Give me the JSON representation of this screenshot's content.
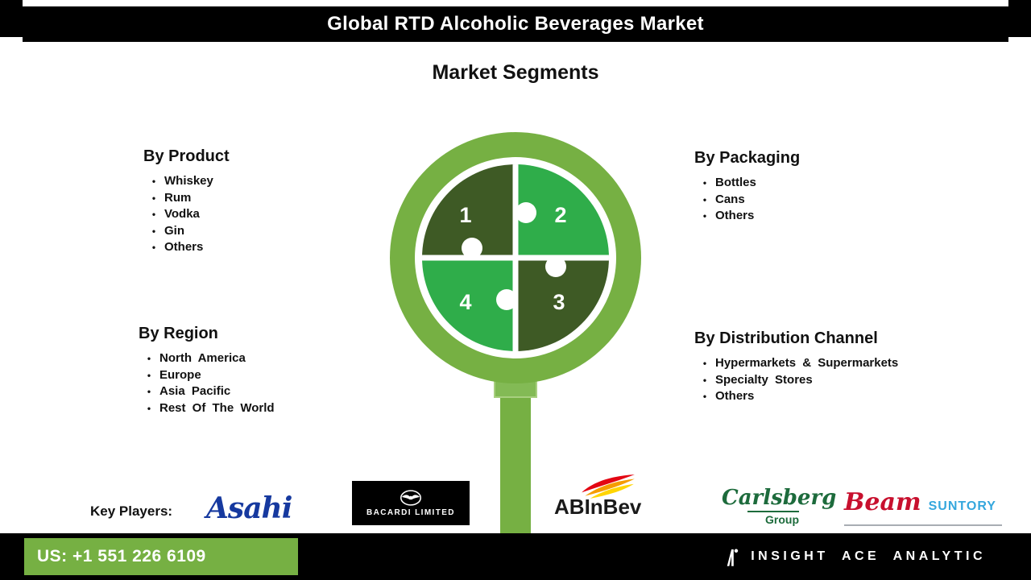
{
  "bullet_char": "•",
  "header": {
    "title": "Global RTD Alcoholic Beverages Market"
  },
  "subtitle": "Market Segments",
  "segments": {
    "by_product": {
      "title": "By Product",
      "items": [
        "Whiskey",
        "Rum",
        "Vodka",
        "Gin",
        "Others"
      ]
    },
    "by_packaging": {
      "title": "By Packaging",
      "items": [
        "Bottles",
        "Cans",
        "Others"
      ]
    },
    "by_region": {
      "title": "By Region",
      "items": [
        "North America",
        "Europe",
        "Asia Pacific",
        "Rest Of The World"
      ]
    },
    "by_distribution": {
      "title": "By Distribution Channel",
      "items": [
        "Hypermarkets & Supermarkets",
        "Specialty Stores",
        "Others"
      ]
    }
  },
  "puzzle": {
    "numbers": [
      "1",
      "2",
      "3",
      "4"
    ]
  },
  "key_players": {
    "label": "Key Players:"
  },
  "logos": {
    "asahi": "Asahi",
    "bacardi": "BACARDI LIMITED",
    "abinbev_ab": "AB",
    "abinbev_inbev": "InBev",
    "carlsberg": "Carlsberg",
    "carlsberg_group": "Group",
    "beam": "Beam",
    "suntory": "SUNTORY"
  },
  "footer": {
    "phone": "US: +1 551 226 6109",
    "brand": "INSIGHT ACE ANALYTIC"
  },
  "colors": {
    "accent_green": "#76b043",
    "dark_green": "#3e5a25",
    "bright_green": "#2fad4a",
    "asahi_blue": "#16399f",
    "carlsberg_green": "#1d6b3c",
    "beam_red": "#c8102e",
    "suntory_blue": "#35a7dd"
  }
}
